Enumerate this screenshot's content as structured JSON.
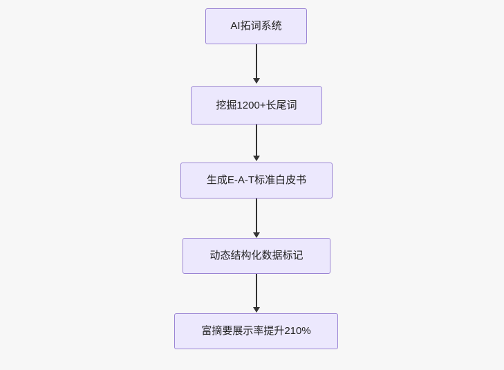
{
  "diagram": {
    "type": "flowchart",
    "direction": "top-to-bottom",
    "background_color": "#f7f7f7",
    "node_fill": "#ece8fd",
    "node_border": "#9a84d4",
    "edge_color": "#333333",
    "nodes": [
      {
        "id": "n1",
        "label": "AI拓词系统"
      },
      {
        "id": "n2",
        "label": "挖掘1200+长尾词"
      },
      {
        "id": "n3",
        "label": "生成E-A-T标准白皮书"
      },
      {
        "id": "n4",
        "label": "动态结构化数据标记"
      },
      {
        "id": "n5",
        "label": "富摘要展示率提升210%"
      }
    ],
    "edges": [
      {
        "from": "n1",
        "to": "n2"
      },
      {
        "from": "n2",
        "to": "n3"
      },
      {
        "from": "n3",
        "to": "n4"
      },
      {
        "from": "n4",
        "to": "n5"
      }
    ]
  }
}
